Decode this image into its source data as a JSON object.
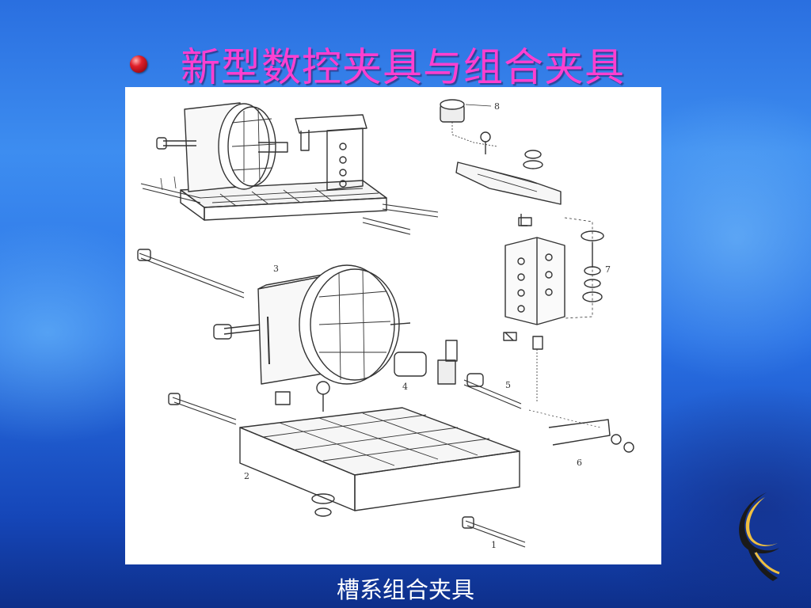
{
  "slide": {
    "title": "新型数控夹具与组合夹具",
    "caption": "槽系组合夹具"
  },
  "figure": {
    "part_labels": [
      "8",
      "7",
      "3",
      "4",
      "5",
      "2",
      "6",
      "1"
    ]
  },
  "colors": {
    "title": "#ff3fd0",
    "bullet": "#e0202a",
    "caption": "#ffffff",
    "figure_background": "#ffffff",
    "line_art": "#333333"
  },
  "icons": [
    "bullet-icon",
    "brand-logo-icon"
  ]
}
